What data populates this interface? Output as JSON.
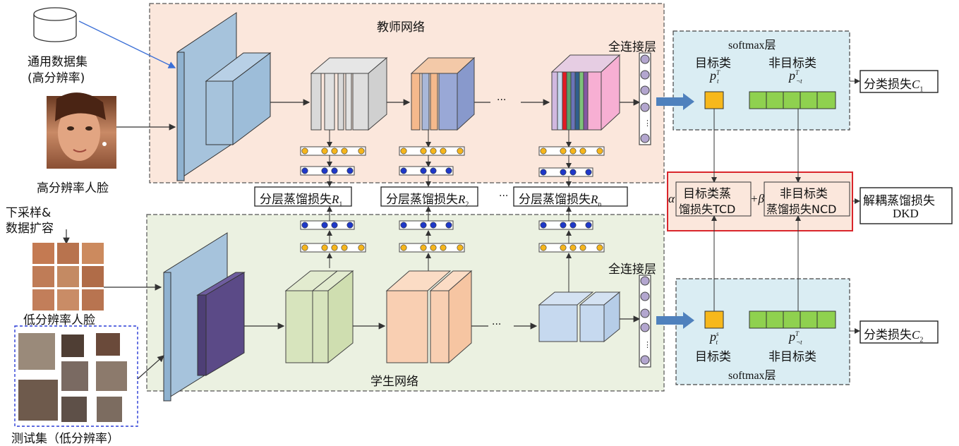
{
  "teacher": {
    "title": "教师网络",
    "fc_label": "全连接层"
  },
  "student": {
    "title": "学生网络",
    "fc_label": "全连接层"
  },
  "dataset": {
    "line1": "通用数据集",
    "line2": "(高分辨率)"
  },
  "hr_face_label": "高分辨率人脸",
  "downsample": {
    "line1": "下采样&",
    "line2": "数据扩容"
  },
  "lr_face_label": "低分辨率人脸",
  "testset_label": "测试集（低分辨率）",
  "distill_losses": [
    {
      "text": "分层蒸馏损失",
      "var": "R",
      "sub": "1"
    },
    {
      "text": "分层蒸馏损失",
      "var": "R",
      "sub": "2"
    },
    {
      "text": "分层蒸馏损失",
      "var": "R",
      "sub": "n"
    }
  ],
  "ellipsis": "···",
  "softmax_top": {
    "title": "softmax层",
    "target_label": "目标类",
    "nontarget_label": "非目标类",
    "target_sym": "p",
    "target_sub": "t",
    "target_sup": "T",
    "nontarget_sym": "p",
    "nontarget_sub": "¬t",
    "nontarget_sup": "T"
  },
  "softmax_bottom": {
    "title": "softmax层",
    "target_label": "目标类",
    "nontarget_label": "非目标类",
    "target_sym": "p",
    "target_sub": "t",
    "target_sup": "s",
    "nontarget_sym": "p",
    "nontarget_sub": "¬t",
    "nontarget_sup": "T"
  },
  "class_loss_top": {
    "text": "分类损失",
    "var": "C",
    "sub": "1"
  },
  "class_loss_bottom": {
    "text": "分类损失",
    "var": "C",
    "sub": "2"
  },
  "tcd": {
    "line1": "目标类蒸",
    "line2": "馏损失TCD",
    "coef": "α"
  },
  "ncd": {
    "line1": "非目标类",
    "line2": "蒸馏损失NCD",
    "coef": "+β"
  },
  "dkd": {
    "line1": "解耦蒸馏损失",
    "line2": "DKD"
  },
  "colors": {
    "teacher_bg": "#fbe7dc",
    "student_bg": "#ebf1e1",
    "softmax_bg": "#daedf3",
    "dkd_bg": "#fbe7dc",
    "dkd_border": "#d9262c",
    "layer_blue": "#a6c3dc",
    "target_orange": "#f7b81c",
    "nontarget_green": "#8fd14f",
    "arrow_blue": "#4f81bd",
    "node_purple": "#b3a6cf",
    "dot_yellow": "#f5b51c",
    "dot_blue": "#1f38c8",
    "testset_border": "#2a3dd6",
    "student_purple": "#5b4a87",
    "student_green": "#d7e4bd",
    "student_peach": "#f9cfb2",
    "student_lightblue": "#c6d9ef"
  }
}
